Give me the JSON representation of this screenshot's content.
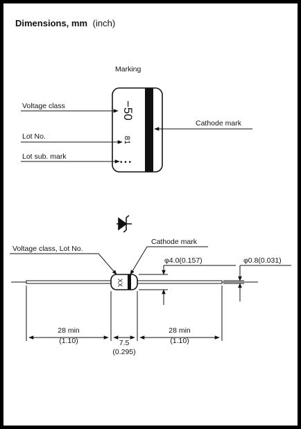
{
  "header": {
    "title_bold": "Dimensions, mm",
    "title_unit": "(inch)"
  },
  "top_view": {
    "heading": "Marking",
    "labels": {
      "voltage_class": "Voltage class",
      "lot_no": "Lot No.",
      "lot_sub_mark": "Lot sub. mark",
      "cathode_mark": "Cathode mark"
    },
    "body_marking": {
      "voltage_value": "−50",
      "lot_value": "81",
      "sub_mark_dots": "• • •"
    }
  },
  "side_view": {
    "labels": {
      "voltage_lot": "Voltage class, Lot No.",
      "cathode_mark": "Cathode mark",
      "body_diameter": "φ4.0(0.157)",
      "lead_diameter": "φ0.8(0.031)"
    },
    "body_marking": "XX",
    "dimensions": {
      "left_lead_mm": "28 min",
      "left_lead_in": "(1.10)",
      "body_len_mm": "7.5",
      "body_len_in": "(0.295)",
      "right_lead_mm": "28 min",
      "right_lead_in": "(1.10)"
    }
  },
  "colors": {
    "ink": "#111111",
    "frame": "#000000",
    "background": "#ffffff"
  }
}
